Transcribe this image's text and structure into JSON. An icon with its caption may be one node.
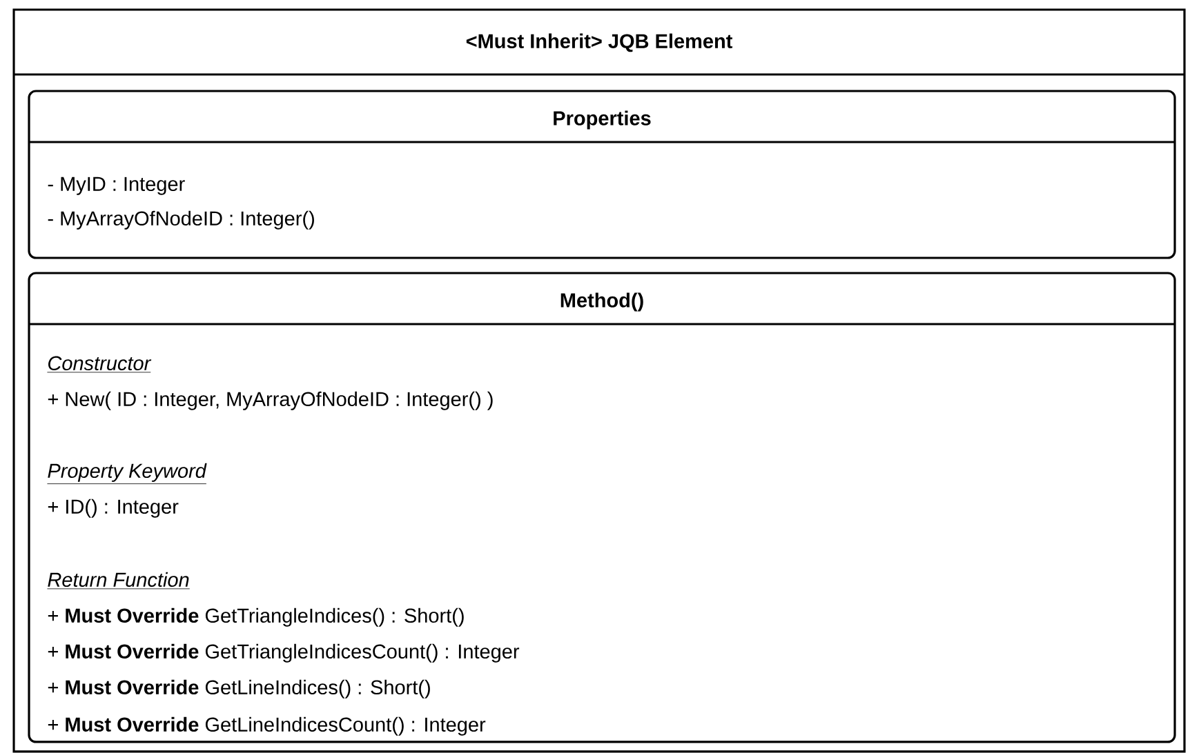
{
  "diagram": {
    "nodes": [
      {
        "text": [
          "<Must Inherit> JQB Element"
        ]
      },
      {
        "text": [
          "Properties",
          "- MyID : Integer",
          "- MyArrayOfNodeID : Integer()"
        ],
        "in": 0
      },
      {
        "text": [
          "Method()",
          "Constructor",
          "+ New( ID : Integer, MyArrayOfNodeID : Integer() )",
          "Property Keyword",
          "+ ID() : Integer",
          "Return Function",
          "+ **Must Override** GetTriangleIndices() : Short()",
          "+ **Must Override** GetTriangleIndicesCount() : Integer",
          "+ **Must Override** GetLineIndices() : Short()",
          "+ **Must Override** GetLineIndicesCount() : Integer"
        ],
        "in": 0
      }
    ]
  }
}
